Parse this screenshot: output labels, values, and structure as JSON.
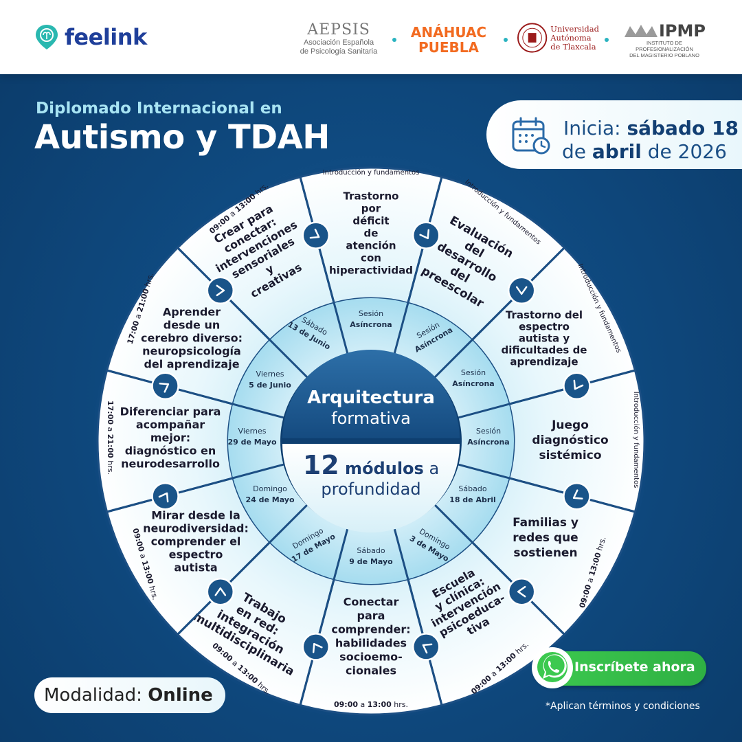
{
  "header": {
    "brand": "feelink",
    "partners": {
      "aepsis_name": "AEPSIS",
      "aepsis_sub1": "Asociación Española",
      "aepsis_sub2": "de Psicología Sanitaria",
      "anahuac_l1": "ANÁHUAC",
      "anahuac_l2": "PUEBLA",
      "uat_l1": "Universidad",
      "uat_l2": "Autónoma",
      "uat_l3": "de Tlaxcala",
      "ipmp_name": "IPMP",
      "ipmp_sub1": "INSTITUTO DE PROFESIONALIZACIÓN",
      "ipmp_sub2": "DEL MAGISTERIO POBLANO"
    }
  },
  "title": {
    "subtitle": "Diplomado Internacional en",
    "main": "Autismo y TDAH"
  },
  "start": {
    "label": "Inicia: ",
    "day": "sábado 18",
    "line2_pre": "de ",
    "month": "abril",
    "line2_post": " de 2026"
  },
  "center": {
    "top_l1": "Arquitectura",
    "top_l2": "formativa",
    "bottom_num": "12",
    "bottom_bold": " módulos",
    "bottom_rest": " a",
    "bottom_l2": "profundidad"
  },
  "time_suffix": " hrs.",
  "modules": [
    {
      "title": [
        "Juego",
        "diagnóstico",
        "sistémico"
      ],
      "topic": "Introducción y fundamentos",
      "time": "",
      "date": [
        "Sesión",
        "Asíncrona"
      ]
    },
    {
      "title": [
        "Familias y",
        "redes que",
        "sostienen"
      ],
      "topic": "",
      "time": "09:00 a 13:00",
      "date": [
        "Sábado",
        "18 de Abril"
      ]
    },
    {
      "title": [
        "Escuela",
        "y clínica:",
        "intervención",
        "psicoeduca-",
        "tiva"
      ],
      "topic": "",
      "time": "09:00 a 13:00",
      "date": [
        "Domingo",
        "3 de Mayo"
      ]
    },
    {
      "title": [
        "Conectar",
        "para",
        "comprender:",
        "habilidades",
        "socioemo-",
        "cionales"
      ],
      "topic": "",
      "time": "09:00 a 13:00",
      "date": [
        "Sábado",
        "9 de Mayo"
      ]
    },
    {
      "title": [
        "Trabajo",
        "en red:",
        "integración",
        "multidisciplinaria"
      ],
      "topic": "",
      "time": "09:00 a 13:00",
      "date": [
        "Domingo",
        "17 de Mayo"
      ]
    },
    {
      "title": [
        "Mirar desde la",
        "neurodiversidad:",
        "comprender el",
        "espectro",
        "autista"
      ],
      "topic": "",
      "time": "09:00 a 13:00",
      "date": [
        "Domingo",
        "24 de Mayo"
      ]
    },
    {
      "title": [
        "Diferenciar para",
        "acompañar",
        "mejor:",
        "diagnóstico en",
        "neurodesarrollo"
      ],
      "topic": "",
      "time": "17:00 a 21:00",
      "date": [
        "Viernes",
        "29 de Mayo"
      ]
    },
    {
      "title": [
        "Aprender",
        "desde un",
        "cerebro diverso:",
        "neuropsicología",
        "del aprendizaje"
      ],
      "topic": "",
      "time": "17:00 a 21:00",
      "date": [
        "Viernes",
        "5 de Junio"
      ]
    },
    {
      "title": [
        "Crear para",
        "conectar:",
        "intervenciones",
        "sensoriales",
        "y",
        "creativas"
      ],
      "topic": "",
      "time": "09:00 a 13:00",
      "date": [
        "Sábado",
        "13 de Junio"
      ]
    },
    {
      "title": [
        "Trastorno",
        "por",
        "déficit",
        "de",
        "atención",
        "con",
        "hiperactividad"
      ],
      "topic": "Introducción y fundamentos",
      "time": "",
      "date": [
        "Sesión",
        "Asíncrona"
      ]
    },
    {
      "title": [
        "Evaluación",
        "del",
        "desarrollo",
        "del",
        "preescolar"
      ],
      "topic": "Introducción y fundamentos",
      "time": "",
      "date": [
        "Sesión",
        "Asíncrona"
      ]
    },
    {
      "title": [
        "Trastorno del",
        "espectro",
        "autista y",
        "dificultades de",
        "aprendizaje"
      ],
      "topic": "Introducción y fundamentos",
      "time": "",
      "date": [
        "Sesión",
        "Asíncrona"
      ]
    }
  ],
  "footer": {
    "modality_label": "Modalidad: ",
    "modality_value": "Online",
    "cta": "Inscríbete ahora",
    "terms": "*Aplican términos y condiciones"
  },
  "colors": {
    "navy": "#0f4a80",
    "accent": "#a8e4f3",
    "cta": "#3cc94f",
    "badge": "#1a5489"
  }
}
